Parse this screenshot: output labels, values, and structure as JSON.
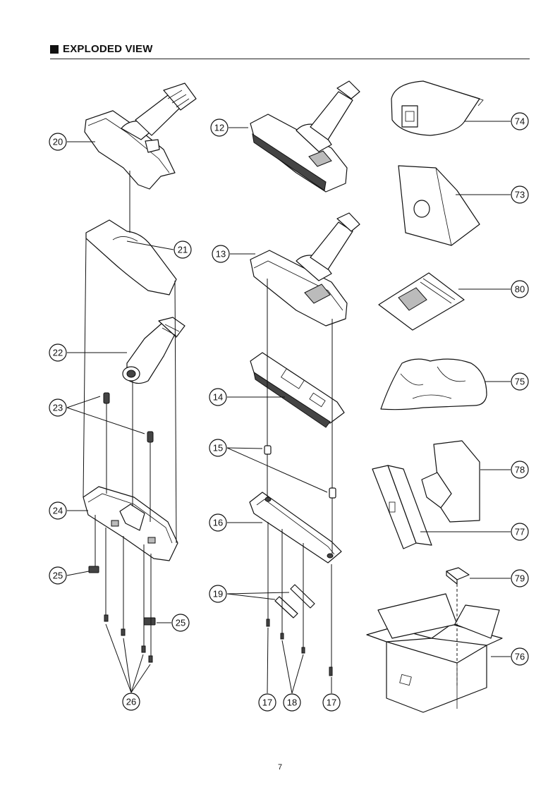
{
  "header": {
    "title": "EXPLODED VIEW"
  },
  "footer": {
    "page_number": "7"
  },
  "callouts": {
    "c20": "20",
    "c21": "21",
    "c22": "22",
    "c23": "23",
    "c24": "24",
    "c25a": "25",
    "c25b": "25",
    "c26": "26",
    "c12": "12",
    "c13": "13",
    "c14": "14",
    "c15": "15",
    "c16": "16",
    "c19": "19",
    "c17a": "17",
    "c18": "18",
    "c17b": "17",
    "c74": "74",
    "c73": "73",
    "c80": "80",
    "c75": "75",
    "c78": "78",
    "c77": "77",
    "c79": "79",
    "c76": "76"
  },
  "parts": [
    {
      "id": "20",
      "icon": "floor-nozzle-icon"
    },
    {
      "id": "21",
      "icon": "nozzle-cover-icon"
    },
    {
      "id": "22",
      "icon": "swivel-neck-icon"
    },
    {
      "id": "23",
      "icon": "spring-icon"
    },
    {
      "id": "24",
      "icon": "nozzle-base-icon"
    },
    {
      "id": "25",
      "icon": "clip-icon"
    },
    {
      "id": "26",
      "icon": "screw-icon"
    },
    {
      "id": "12",
      "icon": "brush-nozzle-icon"
    },
    {
      "id": "13",
      "icon": "floor-nozzle-icon"
    },
    {
      "id": "14",
      "icon": "brush-plate-icon"
    },
    {
      "id": "15",
      "icon": "spring-icon"
    },
    {
      "id": "16",
      "icon": "bottom-plate-icon"
    },
    {
      "id": "17",
      "icon": "screw-icon"
    },
    {
      "id": "18",
      "icon": "screw-icon"
    },
    {
      "id": "19",
      "icon": "roller-icon"
    },
    {
      "id": "73",
      "icon": "dust-bag-icon"
    },
    {
      "id": "74",
      "icon": "dust-bag-icon"
    },
    {
      "id": "75",
      "icon": "plastic-bag-icon"
    },
    {
      "id": "76",
      "icon": "carton-box-icon"
    },
    {
      "id": "77",
      "icon": "packing-insert-icon"
    },
    {
      "id": "78",
      "icon": "packing-insert-icon"
    },
    {
      "id": "79",
      "icon": "label-block-icon"
    },
    {
      "id": "80",
      "icon": "manual-icon"
    }
  ]
}
